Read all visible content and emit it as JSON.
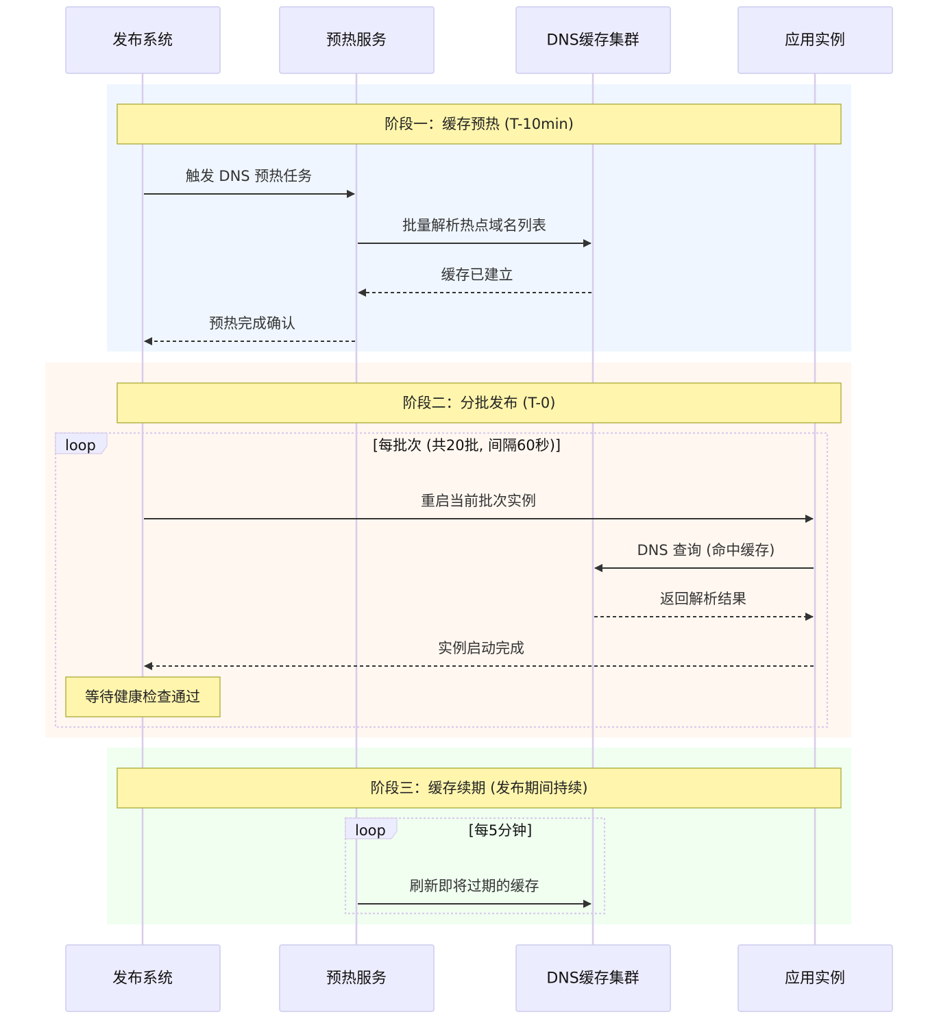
{
  "actors": [
    {
      "id": "publish",
      "label": "发布系统"
    },
    {
      "id": "warmup",
      "label": "预热服务"
    },
    {
      "id": "dns",
      "label": "DNS缓存集群"
    },
    {
      "id": "app",
      "label": "应用实例"
    }
  ],
  "phases": [
    {
      "id": "phase1",
      "color": "#EFF6FF",
      "note": "阶段一：缓存预热 (T-10min)",
      "messages": [
        {
          "from": "publish",
          "to": "warmup",
          "label": "触发 DNS 预热任务",
          "dashed": false
        },
        {
          "from": "warmup",
          "to": "dns",
          "label": "批量解析热点域名列表",
          "dashed": false
        },
        {
          "from": "dns",
          "to": "warmup",
          "label": "缓存已建立",
          "dashed": true
        },
        {
          "from": "warmup",
          "to": "publish",
          "label": "预热完成确认",
          "dashed": true
        }
      ]
    },
    {
      "id": "phase2",
      "color": "#FFF7F0",
      "note": "阶段二：分批发布 (T-0)",
      "loop": {
        "tag": "loop",
        "condition": "[每批次 (共20批, 间隔60秒)]"
      },
      "messages": [
        {
          "from": "publish",
          "to": "app",
          "label": "重启当前批次实例",
          "dashed": false
        },
        {
          "from": "app",
          "to": "dns",
          "label": "DNS 查询 (命中缓存)",
          "dashed": false
        },
        {
          "from": "dns",
          "to": "app",
          "label": "返回解析结果",
          "dashed": true
        },
        {
          "from": "app",
          "to": "publish",
          "label": "实例启动完成",
          "dashed": true
        }
      ],
      "inner_note": "等待健康检查通过"
    },
    {
      "id": "phase3",
      "color": "#F0FFF0",
      "note": "阶段三：缓存续期 (发布期间持续)",
      "loop": {
        "tag": "loop",
        "condition": "[每5分钟]"
      },
      "messages": [
        {
          "from": "warmup",
          "to": "dns",
          "label": "刷新即将过期的缓存",
          "dashed": false
        }
      ]
    }
  ],
  "colors": {
    "actor_fill": "#ECECFF",
    "lifeline": "#D8CCEB",
    "note_fill": "#FFF5AD",
    "line": "#333333"
  }
}
